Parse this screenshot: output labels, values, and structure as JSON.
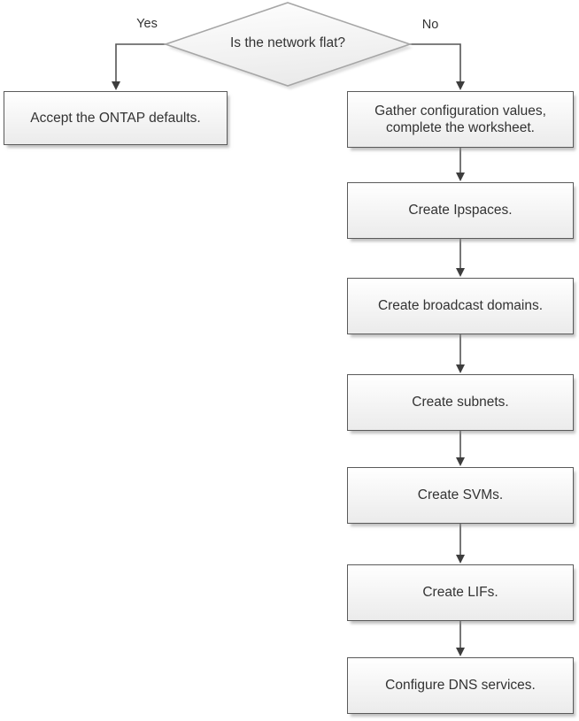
{
  "theme": {
    "background": "#ffffff",
    "box_fill_top": "#ffffff",
    "box_fill_bottom": "#ebebeb",
    "box_border": "#5a5a5a",
    "diamond_border": "#a6a6a6",
    "connector": "#555555",
    "arrowhead": "#3d3d3d",
    "text": "#333333"
  },
  "flowchart": {
    "decision": {
      "label": "Is the network flat?"
    },
    "branches": {
      "yes_label": "Yes",
      "no_label": "No"
    },
    "yes_path": {
      "node": "Accept the ONTAP defaults."
    },
    "no_path": {
      "nodes": [
        "Gather configuration values, complete the worksheet.",
        "Create Ipspaces.",
        "Create broadcast domains.",
        "Create subnets.",
        "Create SVMs.",
        "Create LIFs.",
        "Configure DNS services."
      ]
    }
  }
}
